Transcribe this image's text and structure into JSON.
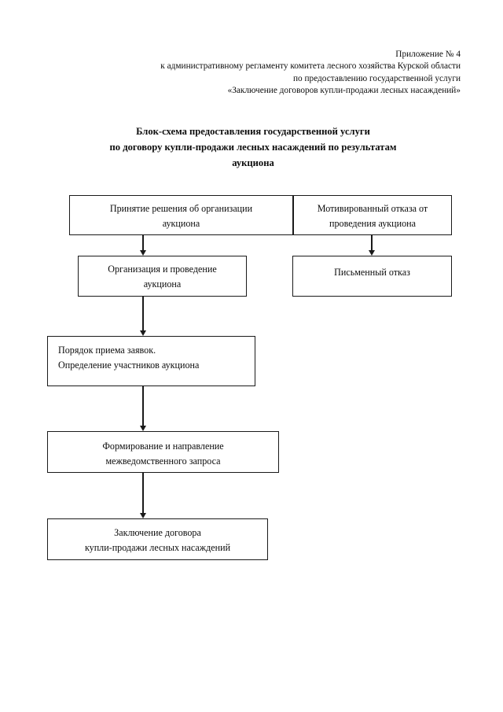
{
  "header": {
    "lines": [
      "Приложение № 4",
      "к административному регламенту комитета лесного хозяйства Курской области",
      "по предоставлению государственной услуги",
      "«Заключение договоров купли-продажи лесных насаждений»"
    ]
  },
  "title": {
    "lines": [
      "Блок-схема предоставления государственной услуги",
      "по договору купли-продажи лесных насаждений по результатам",
      "аукциона"
    ]
  },
  "flowchart": {
    "nodes": [
      {
        "id": "decision",
        "lines": [
          "Принятие решения об организации",
          "аукциона"
        ]
      },
      {
        "id": "refusal",
        "lines": [
          "Мотивированный отказа от",
          "проведения аукциона"
        ]
      },
      {
        "id": "organization",
        "lines": [
          "Организация и проведение",
          "аукциона"
        ]
      },
      {
        "id": "written_refusal",
        "lines": [
          "Письменный отказ"
        ]
      },
      {
        "id": "applications",
        "lines": [
          "Порядок приема заявок.",
          "Определение участников аукциона"
        ]
      },
      {
        "id": "interagency",
        "lines": [
          "Формирование и направление",
          "межведомственного запроса"
        ]
      },
      {
        "id": "contract",
        "lines": [
          "Заключение договора",
          "купли-продажи лесных насаждений"
        ]
      }
    ]
  },
  "colors": {
    "text": "#0d0d0d",
    "border": "#1a1a1a",
    "background": "#ffffff"
  }
}
